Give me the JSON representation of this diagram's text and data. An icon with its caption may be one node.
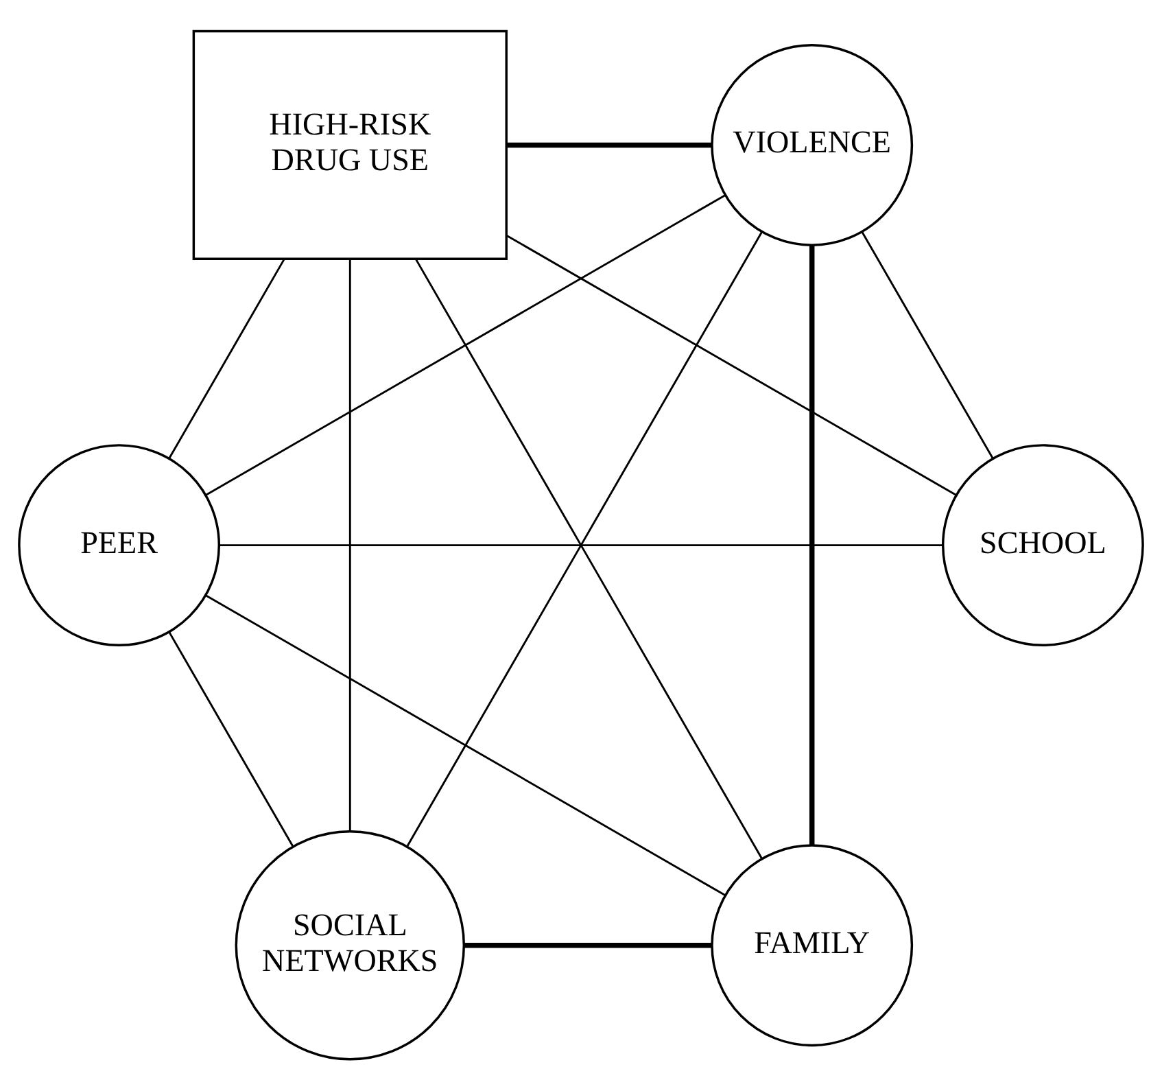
{
  "diagram": {
    "nodes": [
      {
        "text": [
          "FAMILY"
        ]
      },
      {
        "text": [
          "PEER"
        ]
      },
      {
        "text": [
          "SCHOOL"
        ]
      },
      {
        "text": [
          "VIOLENCE"
        ]
      },
      {
        "text": [
          "SOCIAL NETWORKS"
        ]
      },
      {
        "text": [
          "HIGH-RISK DRUG USE"
        ]
      }
    ],
    "edges": [
      {
        "from": 1,
        "to": 0,
        "arrow": "none"
      },
      {
        "from": 1,
        "to": 2,
        "arrow": "none"
      },
      {
        "from": 2,
        "to": 3,
        "arrow": "none"
      },
      {
        "from": 3,
        "to": 4,
        "arrow": "none"
      },
      {
        "from": 0,
        "to": 3,
        "arrow": "none",
        "style": "thick"
      },
      {
        "from": 0,
        "to": 4,
        "arrow": "none",
        "style": "thick"
      },
      {
        "from": 0,
        "to": 5,
        "arrow": "none"
      },
      {
        "from": 1,
        "to": 3,
        "arrow": "none"
      },
      {
        "from": 1,
        "to": 4,
        "arrow": "none"
      },
      {
        "from": 1,
        "to": 5,
        "arrow": "none"
      },
      {
        "from": 2,
        "to": 5,
        "arrow": "none"
      },
      {
        "from": 3,
        "to": 5,
        "arrow": "none",
        "style": "thick"
      },
      {
        "from": 4,
        "to": 5,
        "arrow": "none"
      }
    ]
  }
}
